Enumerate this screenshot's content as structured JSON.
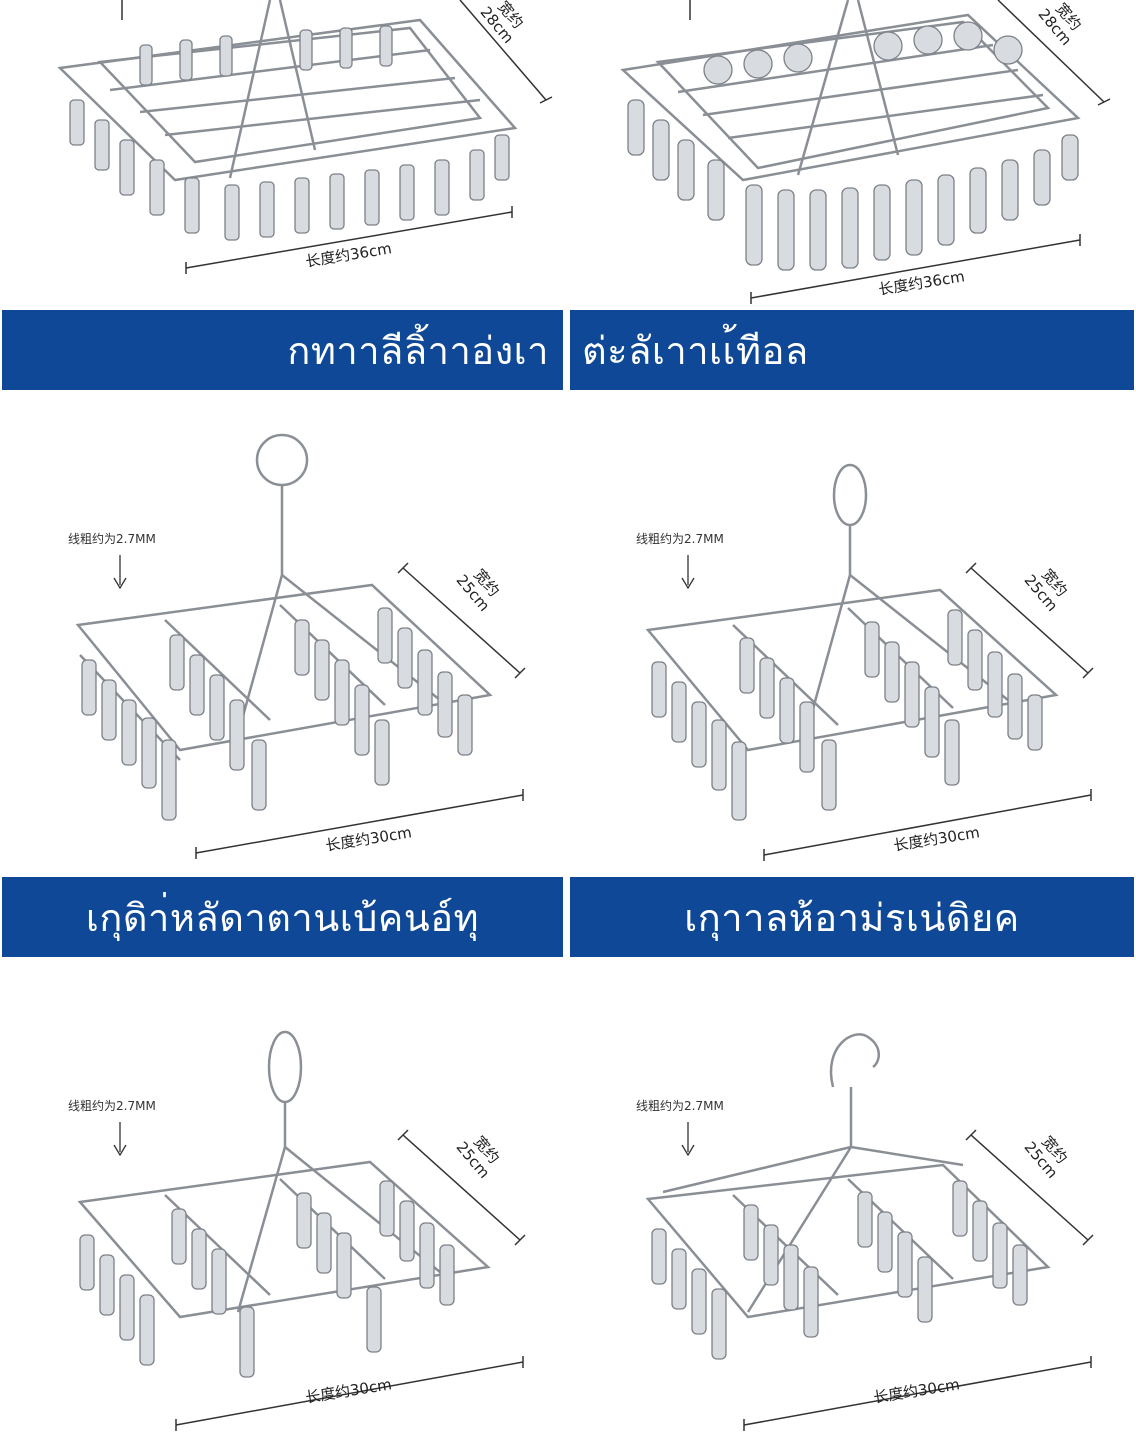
{
  "banners": [
    "กทาาลีลิ้าาอ่งเา",
    "ต่ะลัเาาเเ้ทีอล",
    "เกุดิา่หลัดาตานเบ้คนอ์ทุ",
    "เกุาาลห้อาม่รเน่ดิยค"
  ],
  "products": [
    {
      "length": "长度约36cm",
      "width_a": "宽约",
      "width_b": "28cm"
    },
    {
      "length": "长度约36cm",
      "width_a": "宽约",
      "width_b": "28cm"
    },
    {
      "wire": "线粗约为2.7MM",
      "length": "长度约30cm",
      "width_a": "宽约",
      "width_b": "25cm"
    },
    {
      "wire": "线粗约为2.7MM",
      "length": "长度约30cm",
      "width_a": "宽约",
      "width_b": "25cm"
    },
    {
      "wire": "线粗约为2.7MM",
      "length": "长度约30cm",
      "width_a": "宽约",
      "width_b": "25cm"
    },
    {
      "wire": "线粗约为2.7MM",
      "length": "长度约30cm",
      "width_a": "宽约",
      "width_b": "25cm"
    }
  ],
  "colors": {
    "banner": "#0f4896",
    "wire": "#8a8f96"
  }
}
